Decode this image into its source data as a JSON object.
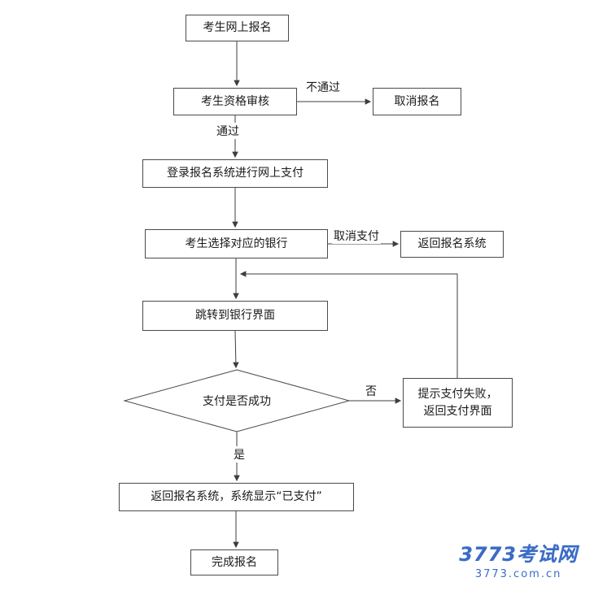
{
  "diagram": {
    "nodes": {
      "register": {
        "label": "考生网上报名"
      },
      "review": {
        "label": "考生资格审核"
      },
      "cancel_register": {
        "label": "取消报名"
      },
      "login_pay": {
        "label": "登录报名系统进行网上支付"
      },
      "select_bank": {
        "label": "考生选择对应的银行"
      },
      "return_system": {
        "label": "返回报名系统"
      },
      "bank_page": {
        "label": "跳转到银行界面"
      },
      "pay_check": {
        "label": "支付是否成功"
      },
      "pay_fail": {
        "label": "提示支付失败，\n返回支付界面"
      },
      "paid_return": {
        "label": "返回报名系统，系统显示“已支付”"
      },
      "complete": {
        "label": "完成报名"
      }
    },
    "edge_labels": {
      "not_pass": "不通过",
      "pass": "通过",
      "cancel_pay": "取消支付",
      "no": "否",
      "yes": "是"
    },
    "line_color": "#3d3d3d",
    "box_border_color": "#4a4a4a"
  },
  "watermark": {
    "site_name": "3773考试网",
    "site_url": "3773.com.cn",
    "color": "#3a6bc5"
  }
}
